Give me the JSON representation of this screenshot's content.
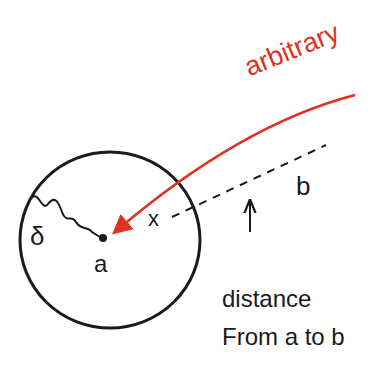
{
  "diagram": {
    "labels": [
      "arbitrary",
      "δ",
      "a",
      "x",
      "b",
      "distance From a to b"
    ]
  }
}
